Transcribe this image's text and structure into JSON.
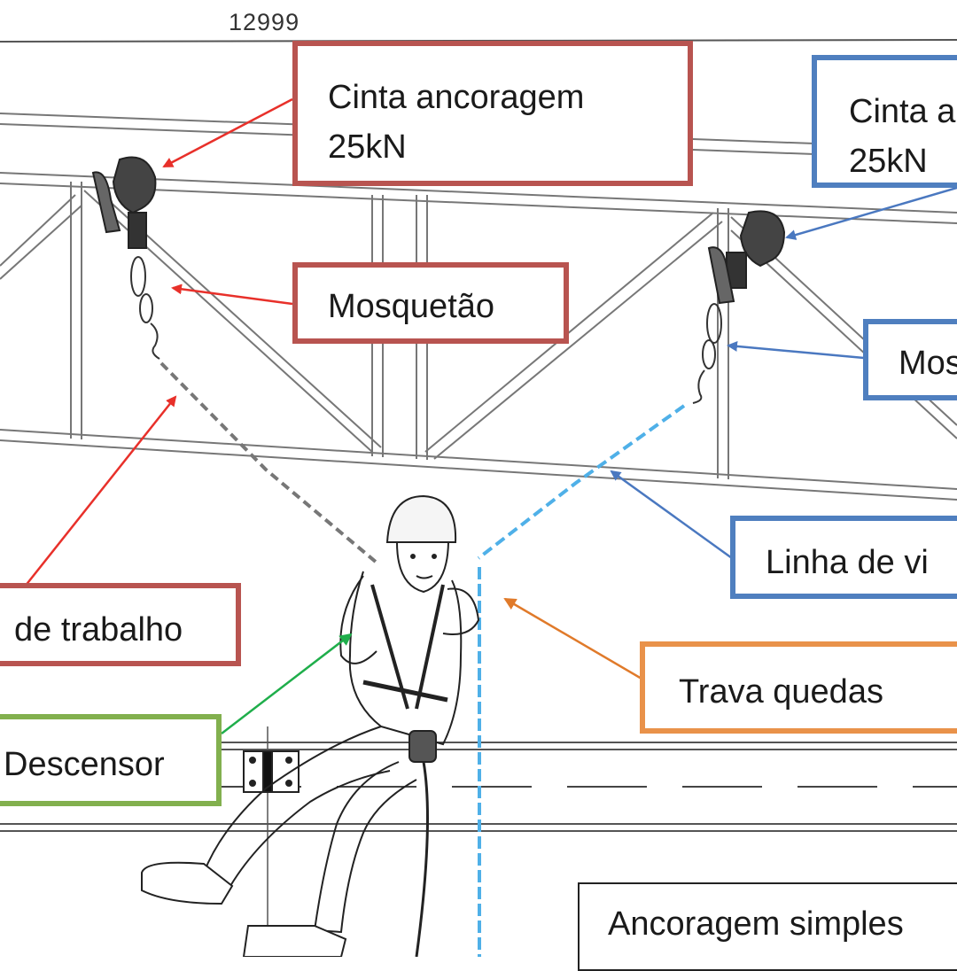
{
  "dimension_label": "12999",
  "labels": {
    "anchor_strap_left": {
      "line1": "Cinta ancoragem",
      "line2": "25kN"
    },
    "anchor_strap_right": {
      "line1": "Cinta a",
      "line2": "25kN"
    },
    "carabiner_left": {
      "text": "Mosquetão"
    },
    "carabiner_right": {
      "text": "Mos"
    },
    "work_line": {
      "text": "de trabalho"
    },
    "lifeline": {
      "text": "Linha de vi"
    },
    "fall_arrester": {
      "text": "Trava quedas"
    },
    "descender": {
      "text": "Descensor"
    },
    "simple_anchorage": {
      "text": "Ancoragem simples"
    }
  },
  "colors": {
    "red": "#b85450",
    "blue": "#4f7fbf",
    "orange": "#e9924a",
    "green": "#82b04e",
    "arrow_red": "#e8302a",
    "arrow_blue": "#4a78c0",
    "arrow_orange": "#e07a2a",
    "arrow_green": "#1fae4b",
    "lifeline": "#4fb0e8",
    "work_line": "#777777"
  }
}
